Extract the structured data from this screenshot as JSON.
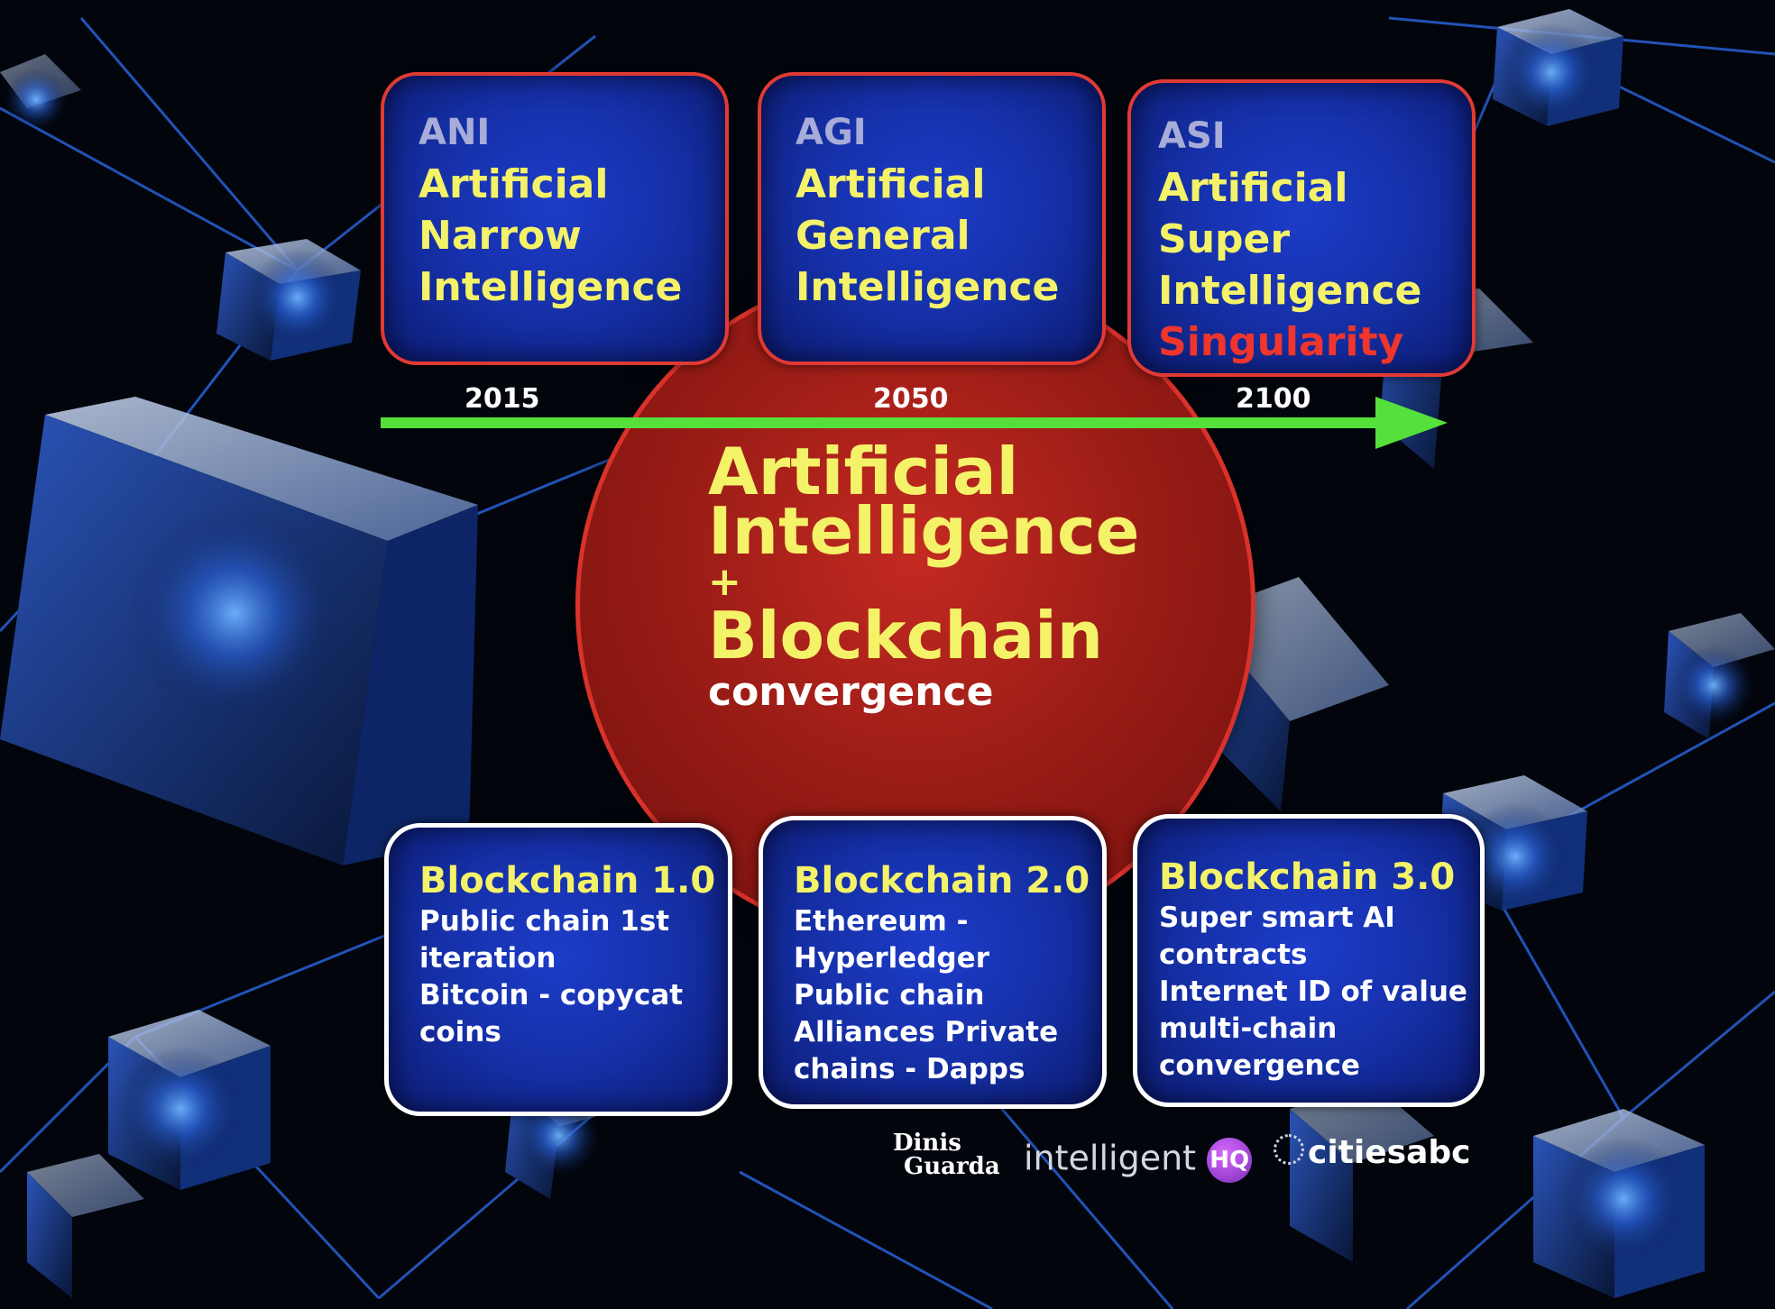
{
  "timeline": {
    "years": [
      "2015",
      "2050",
      "2100"
    ],
    "arrow_color": "#55e03c"
  },
  "ai_stages": [
    {
      "acronym": "ANI",
      "lines": [
        "Artificial",
        "Narrow",
        "Intelligence"
      ],
      "extra": ""
    },
    {
      "acronym": "AGI",
      "lines": [
        "Artificial",
        "General",
        "Intelligence"
      ],
      "extra": ""
    },
    {
      "acronym": "ASI",
      "lines": [
        "Artificial",
        "Super",
        "Intelligence"
      ],
      "extra": "Singularity"
    }
  ],
  "center": {
    "line1": "Artificial",
    "line2": "Intelligence",
    "plus": "+",
    "line3": "Blockchain",
    "line4": "convergence"
  },
  "blockchain_stages": [
    {
      "title": "Blockchain 1.0",
      "lines": [
        "Public chain 1st",
        "iteration",
        "Bitcoin - copycat",
        "coins"
      ]
    },
    {
      "title": "Blockchain 2.0",
      "lines": [
        "Ethereum -",
        "Hyperledger",
        "Public chain",
        "Alliances Private",
        "chains - Dapps"
      ]
    },
    {
      "title": "Blockchain 3.0",
      "lines": [
        "Super smart AI",
        "contracts",
        "Internet ID of value",
        "multi-chain",
        "convergence"
      ]
    }
  ],
  "logos": {
    "dinis_line1": "Dinis",
    "dinis_line2": "Guarda",
    "intelligent": "intelligent",
    "hq": "HQ",
    "cities": "citiesabc"
  },
  "colors": {
    "box_blue": "#1530a8",
    "top_border": "#e03a33",
    "circle_red": "#9b1c16",
    "yellow_text": "#f4f268",
    "singularity_red": "#f0352c"
  }
}
